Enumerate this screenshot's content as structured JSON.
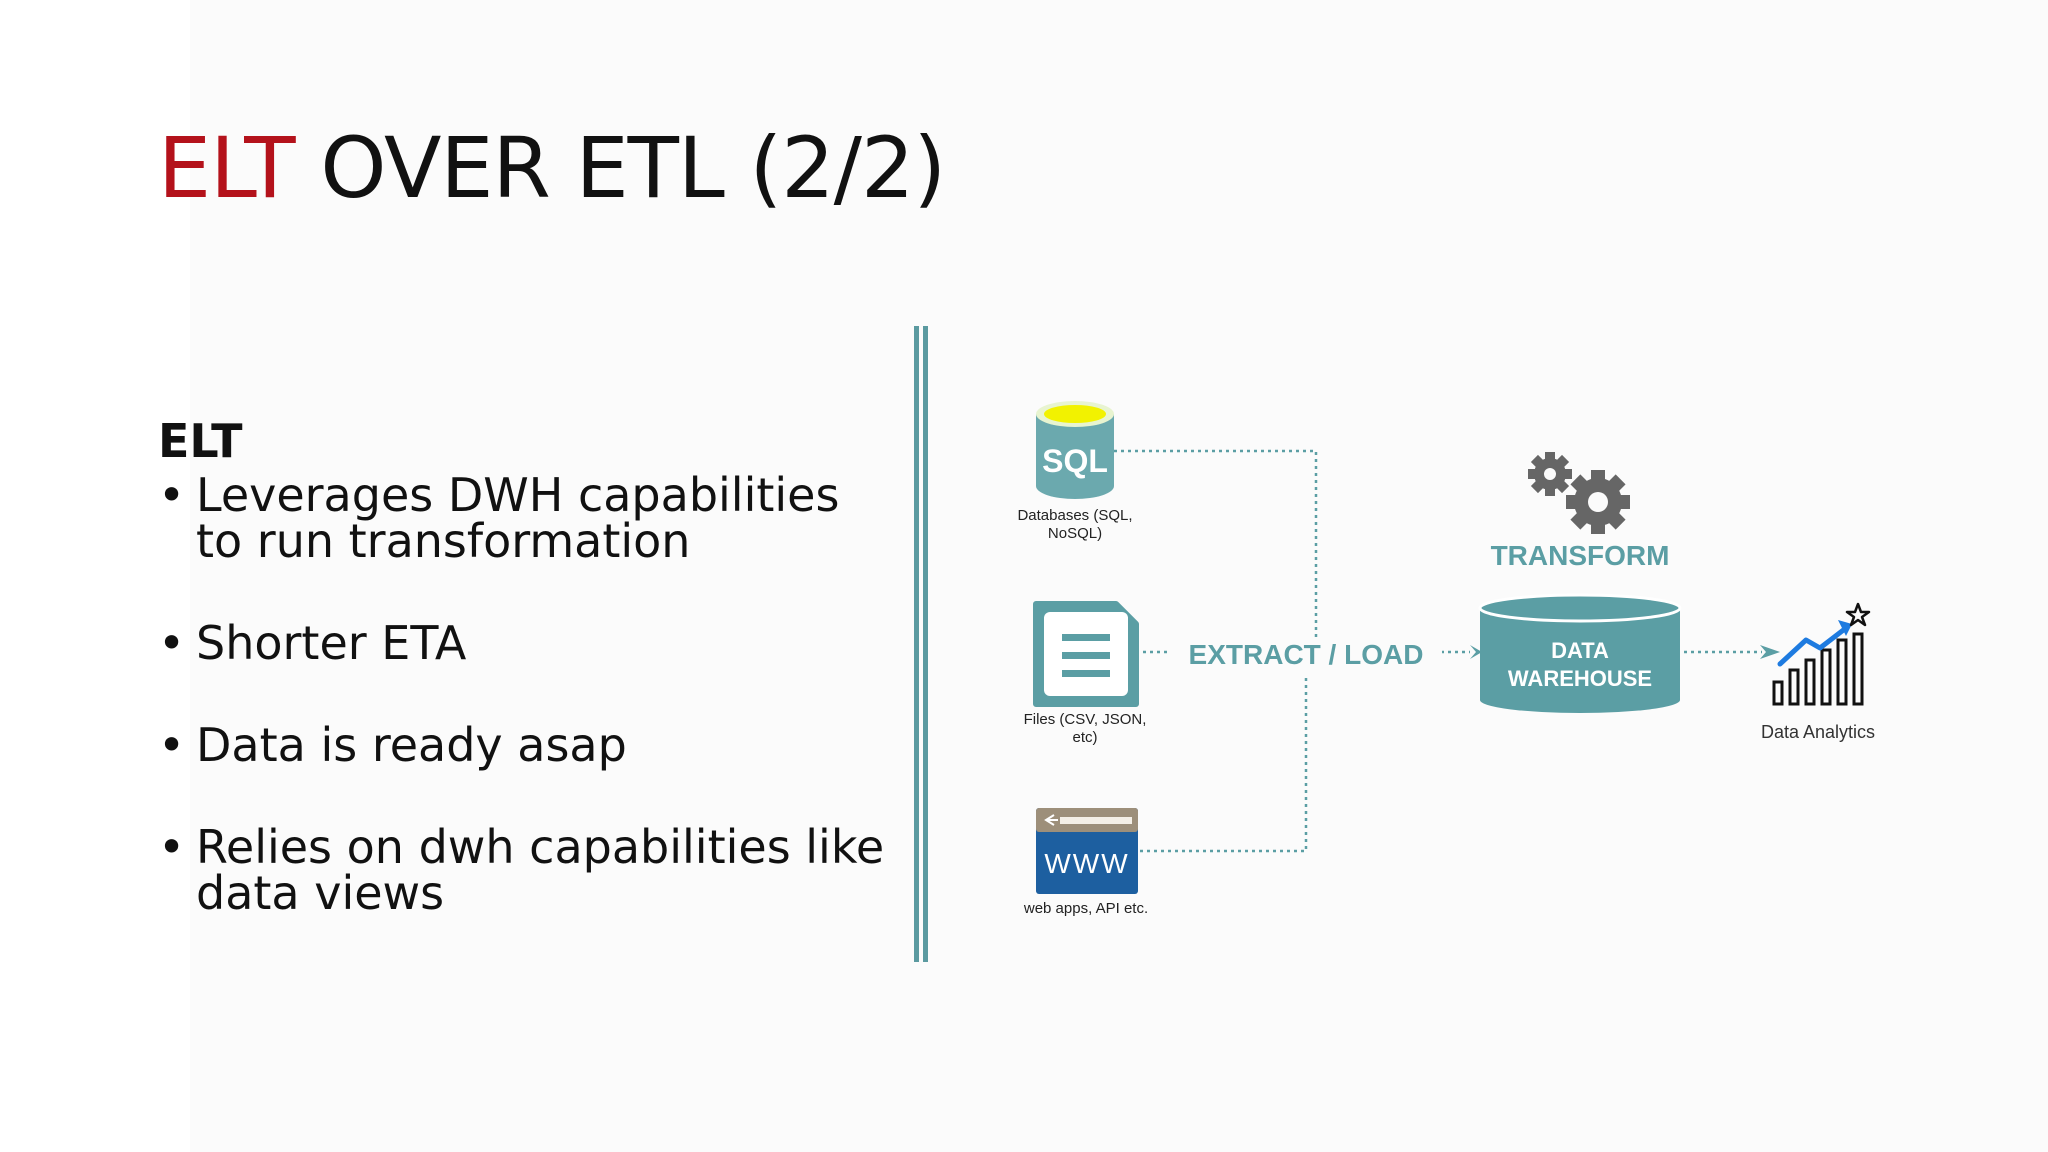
{
  "slide": {
    "title_accent": "ELT",
    "title_rest": " OVER ETL (2/2)",
    "heading": "ELT",
    "bullets": [
      "Leverages DWH capabilities to run transformation",
      "Shorter ETA",
      "Data is ready asap",
      "Relies on dwh capabilities like data views"
    ]
  },
  "diagram": {
    "sources": {
      "sql_icon_text": "SQL",
      "databases_label": "Databases (SQL, NoSQL)",
      "files_label": "Files (CSV, JSON, etc)",
      "www_icon_text": "WWW",
      "web_label": "web apps, API etc."
    },
    "extract_load": "EXTRACT / LOAD",
    "transform": "TRANSFORM",
    "warehouse_line1": "DATA",
    "warehouse_line2": "WAREHOUSE",
    "analytics_label": "Data Analytics"
  },
  "colors": {
    "accent_red": "#b4121b",
    "teal": "#5b9ea4",
    "sql_yellow": "#f2f200",
    "www_blue": "#1d5fa0",
    "gear_gray": "#666666"
  }
}
